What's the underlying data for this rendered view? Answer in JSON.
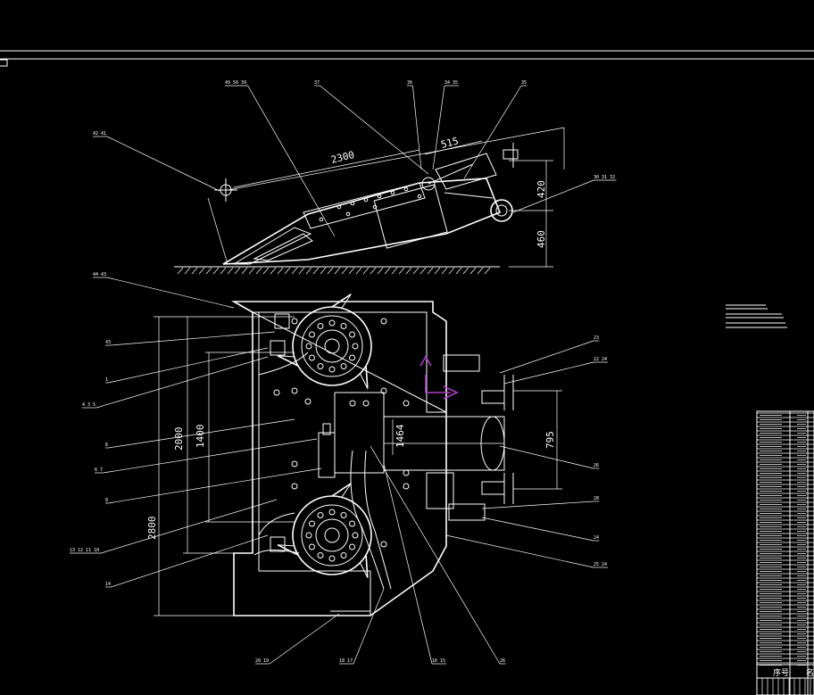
{
  "dimensions": {
    "side_length": "2300",
    "side_short": "515",
    "side_upper": "420",
    "side_lower": "460",
    "plan_width": "2000",
    "plan_inner": "1400",
    "plan_total": "2800",
    "plan_center": "1464",
    "plan_right": "795"
  },
  "callouts": {
    "t1": "49 50 39",
    "t2": "37",
    "t3": "36",
    "t4": "34 35",
    "t5": "35",
    "t6": "42 41",
    "t7": "30 31 32",
    "l1": "44 43",
    "l2": "43",
    "l3": "1",
    "l4": "4 3 5",
    "l5": "6",
    "l6": "6 7",
    "l7": "8",
    "l8": "13 12 11 10",
    "l9": "14",
    "r1": "23",
    "r2": "22 24",
    "r3": "26",
    "r4": "28",
    "r5": "24",
    "r6": "25 24",
    "b1": "20 19",
    "b2": "18 17",
    "b3": "16 15",
    "b4": "26"
  },
  "parts_table": {
    "footer_left": "序号",
    "footer_right": "名"
  }
}
